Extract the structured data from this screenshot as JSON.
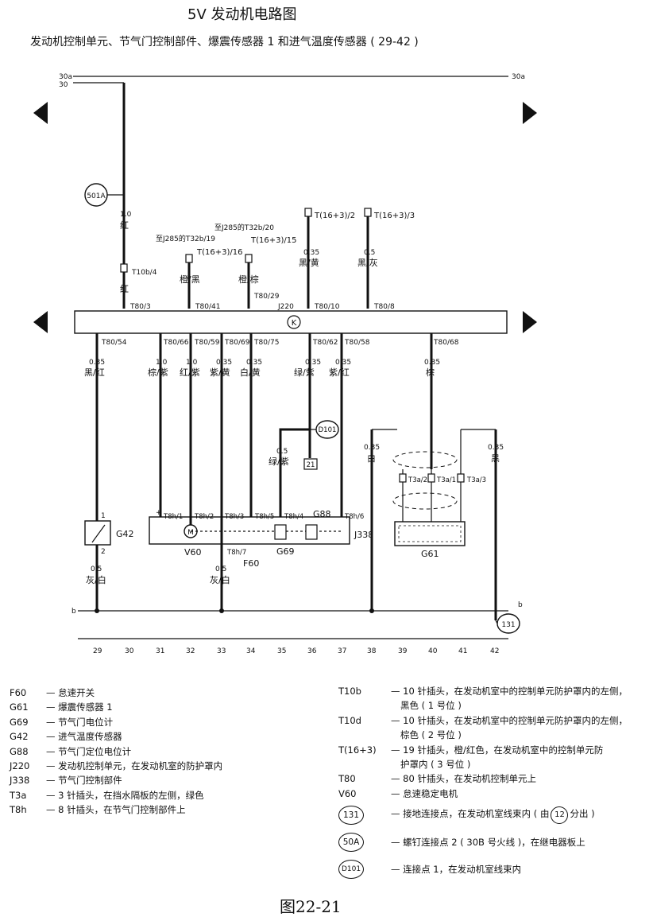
{
  "title": "5V 发动机电路图",
  "subtitle": "发动机控制单元、节气门控制部件、爆震传感器 1 和进气温度传感器 ( 29-42 )",
  "bus": {
    "rail_30a": "30a",
    "rail_30": "30",
    "rail_30a_right": "30a",
    "ground_left": "b",
    "ground_right": "b"
  },
  "ecu": {
    "code": "J220",
    "symbol": "K"
  },
  "top_connections": [
    {
      "pin": "T80/3",
      "size": "1.0",
      "color": "红",
      "color2": "红",
      "connector": "T10b/4",
      "splice": "501A"
    },
    {
      "pin": "T80/41",
      "color": "橙/黑",
      "ref": "至J285的T32b/19",
      "plug": "T(16+3)/16"
    },
    {
      "pin": "T80/29",
      "color": "橙/棕",
      "ref": "至J285的T32b/20",
      "plug": "T(16+3)/15"
    },
    {
      "pin": "T80/10",
      "size": "0.35",
      "color": "黑/黄",
      "plug": "T(16+3)/2"
    },
    {
      "pin": "T80/8",
      "size": "0.5",
      "color": "黑/灰",
      "plug": "T(16+3)/3"
    }
  ],
  "bottom_pins": [
    {
      "pin": "T80/54",
      "size": "0.35",
      "color": "黑/红"
    },
    {
      "pin": "T80/66",
      "size": "1.0",
      "color": "棕/紫"
    },
    {
      "pin": "T80/59",
      "size": "1.0",
      "color": "红/紫"
    },
    {
      "pin": "T80/69",
      "size": "0.35",
      "color": "紫/黄"
    },
    {
      "pin": "T80/75",
      "size": "0.35",
      "color": "白/黄"
    },
    {
      "pin": "T80/62",
      "size": "0.35",
      "color": "绿/紫"
    },
    {
      "pin": "T80/58",
      "size": "0.35",
      "color": "紫/红"
    },
    {
      "pin": "T80/68",
      "size": "0.35",
      "color": "棕"
    }
  ],
  "t8h_pins": [
    "T8h/1",
    "T8h/2",
    "T8h/3",
    "T8h/5",
    "T8h/4",
    "T8h/6",
    "T8h/7"
  ],
  "t8h_plus": "+",
  "splice_d101": {
    "label": "D101",
    "box": "21",
    "size": "0.5",
    "color": "绿/紫"
  },
  "g61_wires": {
    "left_size": "0.35",
    "left_color": "白",
    "right_size": "0.35",
    "right_color": "黑",
    "pins": [
      "T3a/2",
      "T3a/1",
      "T3a/3"
    ]
  },
  "components": {
    "G42": "G42",
    "G42_pin1": "1",
    "G42_pin2": "2",
    "G42_size": "0.5",
    "G42_color": "灰/白",
    "V60": "V60",
    "V60_symbol": "M",
    "F60": "F60",
    "G69": "G69",
    "G88": "G88",
    "J338": "J338",
    "F60_size": "0.5",
    "F60_color": "灰/白",
    "G61": "G61"
  },
  "ground_point": "131",
  "grid_numbers": [
    "29",
    "30",
    "31",
    "32",
    "33",
    "34",
    "35",
    "36",
    "37",
    "38",
    "39",
    "40",
    "41",
    "42"
  ],
  "legend_left": [
    {
      "code": "F60",
      "desc": "— 怠速开关"
    },
    {
      "code": "G61",
      "desc": "— 爆震传感器 1"
    },
    {
      "code": "G69",
      "desc": "— 节气门电位计"
    },
    {
      "code": "G42",
      "desc": "— 进气温度传感器"
    },
    {
      "code": "G88",
      "desc": "— 节气门定位电位计"
    },
    {
      "code": "J220",
      "desc": "— 发动机控制单元，在发动机室的防护罩内"
    },
    {
      "code": "J338",
      "desc": "— 节气门控制部件"
    },
    {
      "code": "T3a",
      "desc": "— 3 针插头，在挡水隔板的左侧，绿色"
    },
    {
      "code": "T8h",
      "desc": "— 8 针插头，在节气门控制部件上"
    }
  ],
  "legend_right": [
    {
      "code": "T10b",
      "desc": "— 10 针插头，在发动机室中的控制单元防护罩内的左侧，",
      "desc2": "黑色 ( 1 号位 )"
    },
    {
      "code": "T10d",
      "desc": "— 10 针插头，在发动机室中的控制单元防护罩内的左侧，",
      "desc2": "棕色 ( 2 号位 )"
    },
    {
      "code": "T(16+3)",
      "desc": "— 19 针插头，橙/红色，在发动机室中的控制单元防",
      "desc2": "护罩内 ( 3 号位 )"
    },
    {
      "code": "T80",
      "desc": "— 80 针插头，在发动机控制单元上"
    },
    {
      "code": "V60",
      "desc": "— 怠速稳定电机"
    }
  ],
  "legend_circles": [
    {
      "code": "131",
      "desc_a": "— 接地连接点，在发动机室线束内 ( 由",
      "ref": "12",
      "desc_b": "分出 )"
    },
    {
      "code": "50A",
      "desc_a": "— 螺钉连接点 2 ( 30B 号火线 )，在继电器板上"
    },
    {
      "code": "D101",
      "desc_a": "— 连接点 1，在发动机室线束内"
    }
  ],
  "figure_caption": "图22-21"
}
